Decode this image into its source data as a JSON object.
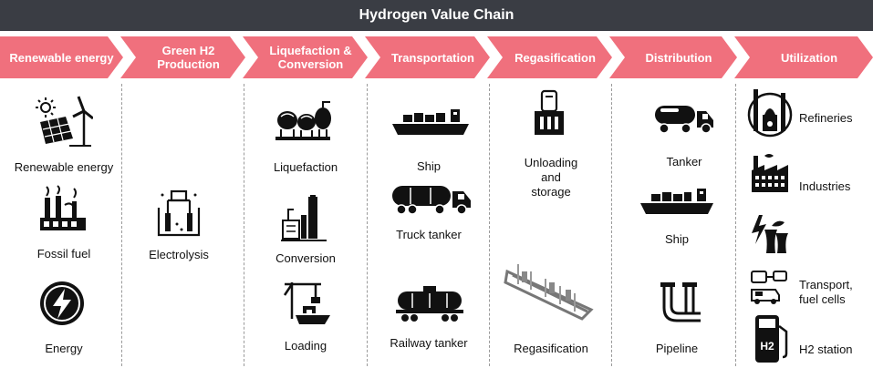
{
  "title": "Hydrogen Value Chain",
  "stages": [
    {
      "label_line1": "Renewable energy",
      "label_line2": ""
    },
    {
      "label_line1": "Green H2",
      "label_line2": "Production"
    },
    {
      "label_line1": "Liquefaction &",
      "label_line2": "Conversion"
    },
    {
      "label_line1": "Transportation",
      "label_line2": ""
    },
    {
      "label_line1": "Regasification",
      "label_line2": ""
    },
    {
      "label_line1": "Distribution",
      "label_line2": ""
    },
    {
      "label_line1": "Utilization",
      "label_line2": ""
    }
  ],
  "items": {
    "renewable_energy": "Renewable energy",
    "fossil_fuel": "Fossil fuel",
    "energy": "Energy",
    "electrolysis": "Electrolysis",
    "liquefaction": "Liquefaction",
    "conversion": "Conversion",
    "loading": "Loading",
    "ship": "Ship",
    "truck_tanker": "Truck tanker",
    "railway_tanker": "Railway tanker",
    "unloading_line1": "Unloading",
    "unloading_line2": "and",
    "unloading_line3": "storage",
    "regasification": "Regasification",
    "tanker": "Tanker",
    "dist_ship": "Ship",
    "pipeline": "Pipeline",
    "refineries": "Refineries",
    "industries": "Industries",
    "transport_line1": "Transport,",
    "transport_line2": "fuel cells",
    "h2_station": "H2 station",
    "h2_sign": "H2"
  },
  "colors": {
    "title_bar": "#3a3d44",
    "chevron": "#f0707d",
    "divider": "#9a9a9a",
    "icon": "#111111"
  }
}
